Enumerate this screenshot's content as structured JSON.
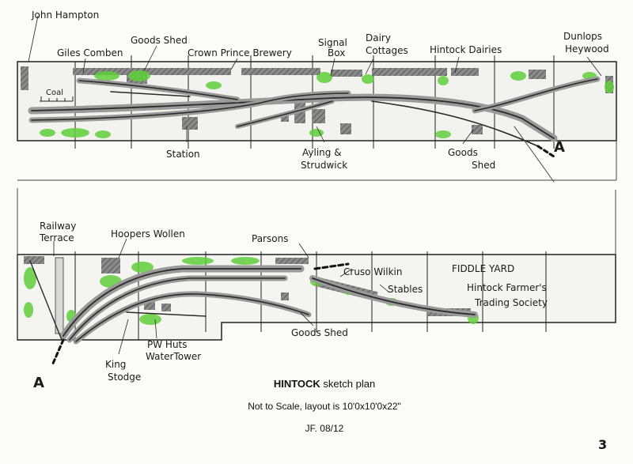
{
  "labels_top": {
    "john_hampton": "John Hampton",
    "giles_comben": "Giles Comben",
    "goods_shed": "Goods Shed",
    "crown_prince": "Crown Prince Brewery",
    "signal_box_1": "Signal",
    "signal_box_2": "Box",
    "dairy_1": "Dairy",
    "dairy_2": "Cottages",
    "hintock_dairies": "Hintock Dairies",
    "dunlops_1": "Dunlops",
    "dunlops_2": "Heywood",
    "coal": "Coal",
    "station": "Station",
    "ayling_1": "Ayling &",
    "ayling_2": "Strudwick",
    "goods_shed_b1": "Goods",
    "goods_shed_b2": "Shed",
    "marker_a": "A"
  },
  "labels_bottom": {
    "railway_1": "Railway",
    "railway_2": "Terrace",
    "hoopers": "Hoopers Wollen",
    "parsons": "Parsons",
    "fiddle_yard": "FIDDLE YARD",
    "cruso_wilkin": "Cruso Wilkin",
    "stables": "Stables",
    "hintock_farmers_1": "Hintock Farmer's",
    "hintock_farmers_2": "Trading Society",
    "goods_shed": "Goods Shed",
    "pw_huts_1": "PW Huts",
    "pw_huts_2": "WaterTower",
    "king_1": "King",
    "king_2": "Stodge",
    "marker_a": "A"
  },
  "title": {
    "name": "HINTOCK",
    "suffix": " sketch plan",
    "scale_note": "Not to Scale, layout is 10'0x10'0x22\"",
    "initials": "JF. 08/12"
  },
  "page_number": "3",
  "colors": {
    "track": "#2a2a2a",
    "ballast": "#9a9a9a",
    "building": "#7a7a7a",
    "trees": "#5fcf3a"
  }
}
